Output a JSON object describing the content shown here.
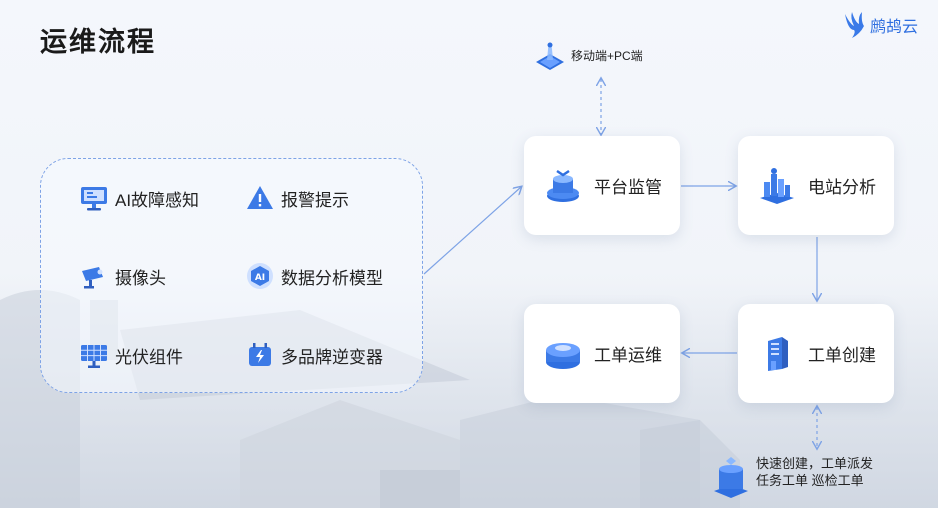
{
  "page": {
    "title": "运维流程"
  },
  "logo": {
    "text": "鹧鸪云"
  },
  "left_panel": {
    "items": [
      {
        "label": "AI故障感知",
        "icon": "monitor-icon"
      },
      {
        "label": "报警提示",
        "icon": "warning-icon"
      },
      {
        "label": "摄像头",
        "icon": "camera-icon"
      },
      {
        "label": "数据分析模型",
        "icon": "ai-chip-icon"
      },
      {
        "label": "光伏组件",
        "icon": "solar-panel-icon"
      },
      {
        "label": "多品牌逆变器",
        "icon": "inverter-icon"
      }
    ]
  },
  "nodes": {
    "platform": {
      "label": "平台监管",
      "icon": "platform-icon"
    },
    "station": {
      "label": "电站分析",
      "icon": "city-analysis-icon"
    },
    "create": {
      "label": "工单创建",
      "icon": "building-icon"
    },
    "ops": {
      "label": "工单运维",
      "icon": "database-icon"
    }
  },
  "mobile": {
    "label": "移动端+PC端",
    "icon": "beacon-icon"
  },
  "bottom_note": {
    "line1": "快速创建，工单派发",
    "line2": "任务工单    巡检工单",
    "icon": "water-tower-icon"
  },
  "colors": {
    "accent": "#2f6fe0",
    "connector": "#7ea3e6",
    "dashed_border": "#7ea3e6"
  }
}
